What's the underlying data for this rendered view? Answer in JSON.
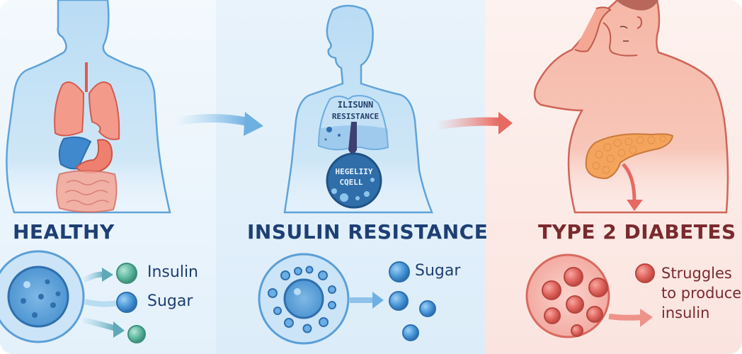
{
  "stages": [
    {
      "title": "HEALTHY",
      "labels": {
        "insulin": "Insulin",
        "sugar": "Sugar"
      },
      "accent": "#3b8fd0"
    },
    {
      "title": "INSULIN RESISTANCE",
      "body_label_line1": "ILISUNN",
      "body_label_line2": "RESISTANCE",
      "cell_label_line1": "HEGELIIY",
      "cell_label_line2": "CQELL",
      "labels": {
        "sugar": "Sugar"
      },
      "accent": "#3b8fd0"
    },
    {
      "title": "TYPE 2 DIABETES",
      "labels": {
        "struggles_line1": "Struggles",
        "struggles_line2": "to produce",
        "struggles_line3": "insulin"
      },
      "accent": "#e0655f"
    }
  ],
  "colors": {
    "title_blue": "#1e3f74",
    "title_red": "#7a2a2e",
    "insulin_green": "#5fb8a0",
    "sugar_blue": "#4a97d8",
    "cell_red": "#e0655f",
    "pancreas_orange": "#f0a25a"
  }
}
